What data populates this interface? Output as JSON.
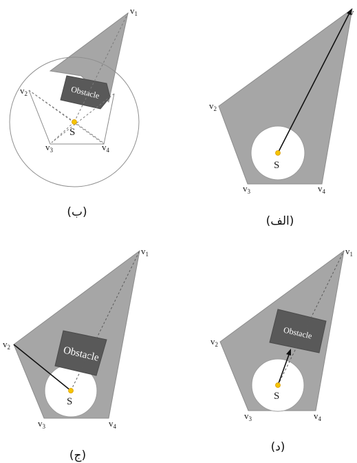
{
  "panels": {
    "a": {
      "caption": "(الف)",
      "vertices": {
        "v1": "v",
        "v2": "v",
        "v3": "v",
        "v4": "v"
      },
      "vertex_subs": {
        "v1": "",
        "v2": "2",
        "v3": "3",
        "v4": "4"
      },
      "source": "S"
    },
    "b": {
      "caption": "(ب)",
      "vertices": {
        "v1": "v",
        "v2": "v",
        "v3": "v",
        "v4": "v"
      },
      "vertex_subs": {
        "v1": "1",
        "v2": "2",
        "v3": "3",
        "v4": "4"
      },
      "source": "S",
      "obstacle": "Obstacle"
    },
    "c": {
      "caption": "(ج)",
      "vertices": {
        "v1": "v",
        "v2": "v",
        "v3": "v",
        "v4": "v"
      },
      "vertex_subs": {
        "v1": "1",
        "v2": "2",
        "v3": "3",
        "v4": "4"
      },
      "source": "S",
      "obstacle": "Obstacle"
    },
    "d": {
      "caption": "(د)",
      "vertices": {
        "v1": "v",
        "v2": "v",
        "v3": "v",
        "v4": "v"
      },
      "vertex_subs": {
        "v1": "1",
        "v2": "2",
        "v3": "3",
        "v4": "4"
      },
      "source": "S",
      "obstacle": "Obstacle"
    }
  },
  "colors": {
    "region": "#a6a6a6",
    "obstacle": "#595959",
    "source_dot": "#f5c400"
  }
}
